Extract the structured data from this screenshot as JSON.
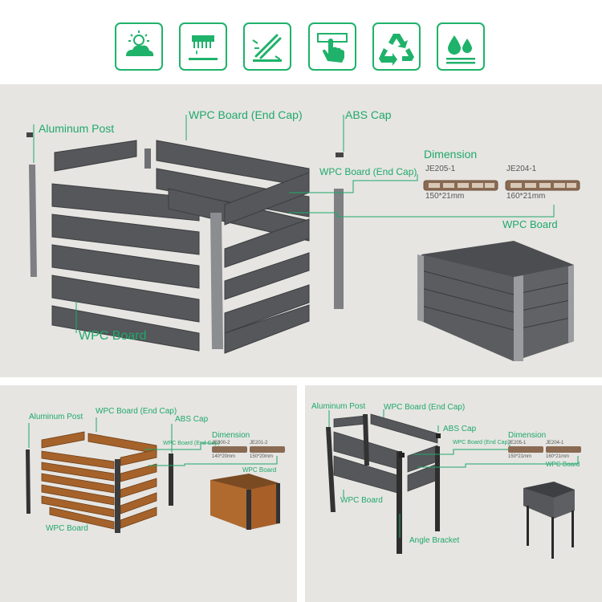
{
  "icons": [
    {
      "name": "sun-cloud-icon"
    },
    {
      "name": "comb-drip-icon"
    },
    {
      "name": "crack-resistant-icon"
    },
    {
      "name": "hand-touch-icon"
    },
    {
      "name": "recycle-icon"
    },
    {
      "name": "water-drop-icon"
    }
  ],
  "main": {
    "aluminum_post": "Aluminum Post",
    "end_cap_top": "WPC Board (End Cap)",
    "abs_cap": "ABS Cap",
    "dimension": "Dimension",
    "end_cap_right": "WPC Board (End Cap)",
    "profile_a_code": "JE205-1",
    "profile_a_size": "150*21mm",
    "profile_b_code": "JE204-1",
    "profile_b_size": "160*21mm",
    "wpc_board_right": "WPC Board",
    "wpc_board_bottom": "WPC Board"
  },
  "bottom_left": {
    "aluminum_post": "Aluminum Post",
    "end_cap_top": "WPC Board  (End Cap)",
    "abs_cap": "ABS Cap",
    "end_cap_right": "WPC Board (End Cap)",
    "dimension": "Dimension",
    "profile_a_code": "JE300-2",
    "profile_a_size": "140*20mm",
    "profile_b_code": "JE201-2",
    "profile_b_size": "150*20mm",
    "wpc_board_right": "WPC Board",
    "wpc_board_bottom": "WPC Board"
  },
  "bottom_right": {
    "aluminum_post": "Aluminum Post",
    "end_cap_top": "WPC Board (End Cap)",
    "abs_cap": "ABS Cap",
    "end_cap_right": "WPC Board (End Cap)",
    "dimension": "Dimension",
    "profile_a_code": "JE205-1",
    "profile_a_size": "150*21mm",
    "profile_b_code": "JE204-1",
    "profile_b_size": "160*21mm",
    "wpc_board_right": "WPC Board",
    "wpc_board_left": "WPC Board",
    "angle_bracket": "Angle Bracket"
  },
  "colors": {
    "accent_green": "#1fb26a",
    "label_green": "#20a86a",
    "panel_bg": "#e6e5e2",
    "board_gray": "#55575a",
    "board_wood": "#a5622a",
    "post_gray": "#8b8d90"
  }
}
